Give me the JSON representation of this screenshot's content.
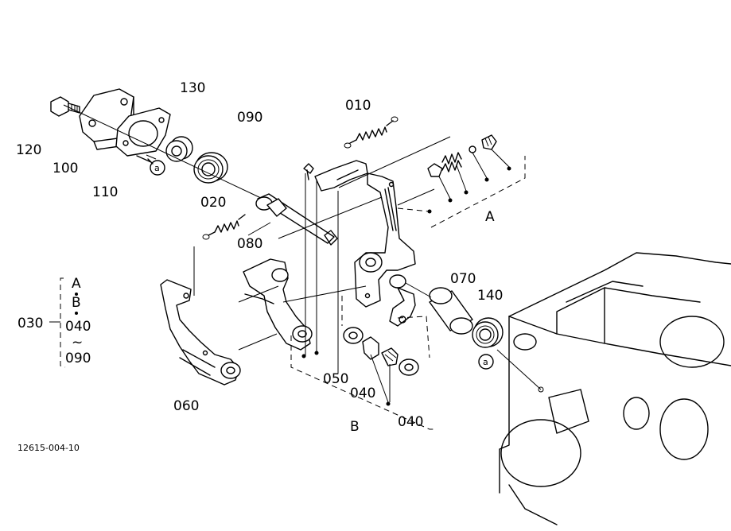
{
  "labels": {
    "p010": "010",
    "p020": "020",
    "p030": "030",
    "p040a": "040",
    "p040b": "040",
    "p050": "050",
    "p060": "060",
    "p070": "070",
    "p080": "080",
    "p090": "090",
    "p100": "100",
    "p110": "110",
    "p120": "120",
    "p130": "130",
    "p140": "140",
    "group_a": "A",
    "group_b": "B",
    "marker_a1": "a",
    "marker_a2": "a"
  },
  "kit_030": {
    "line1": "A",
    "line2": "B",
    "line3": "040",
    "line4": "~",
    "line5": "090"
  },
  "figure_code": "12615-004-10"
}
